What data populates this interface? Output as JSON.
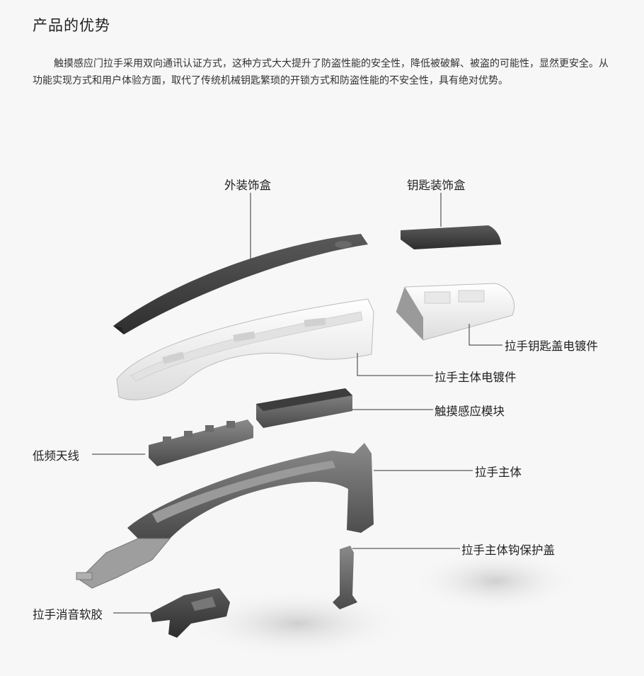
{
  "header": {
    "title": "产品的优势",
    "description": "触摸感应门拉手采用双向通讯认证方式，这种方式大大提升了防盗性能的安全性，降低被破解、被盗的可能性，显然更安全。从功能实现方式和用户体验方面，取代了传统机械钥匙繁琐的开锁方式和防盗性能的不安全性，具有绝对优势。"
  },
  "parts": {
    "outer_cover": "外装饰盒",
    "key_cover": "钥匙装饰盒",
    "key_cap_plated": "拉手钥匙盖电镀件",
    "handle_body_plated": "拉手主体电镀件",
    "touch_module": "触摸感应模块",
    "lf_antenna": "低频天线",
    "handle_body": "拉手主体",
    "hook_cover": "拉手主体钩保护盖",
    "silencer_pad": "拉手消音软胶"
  }
}
